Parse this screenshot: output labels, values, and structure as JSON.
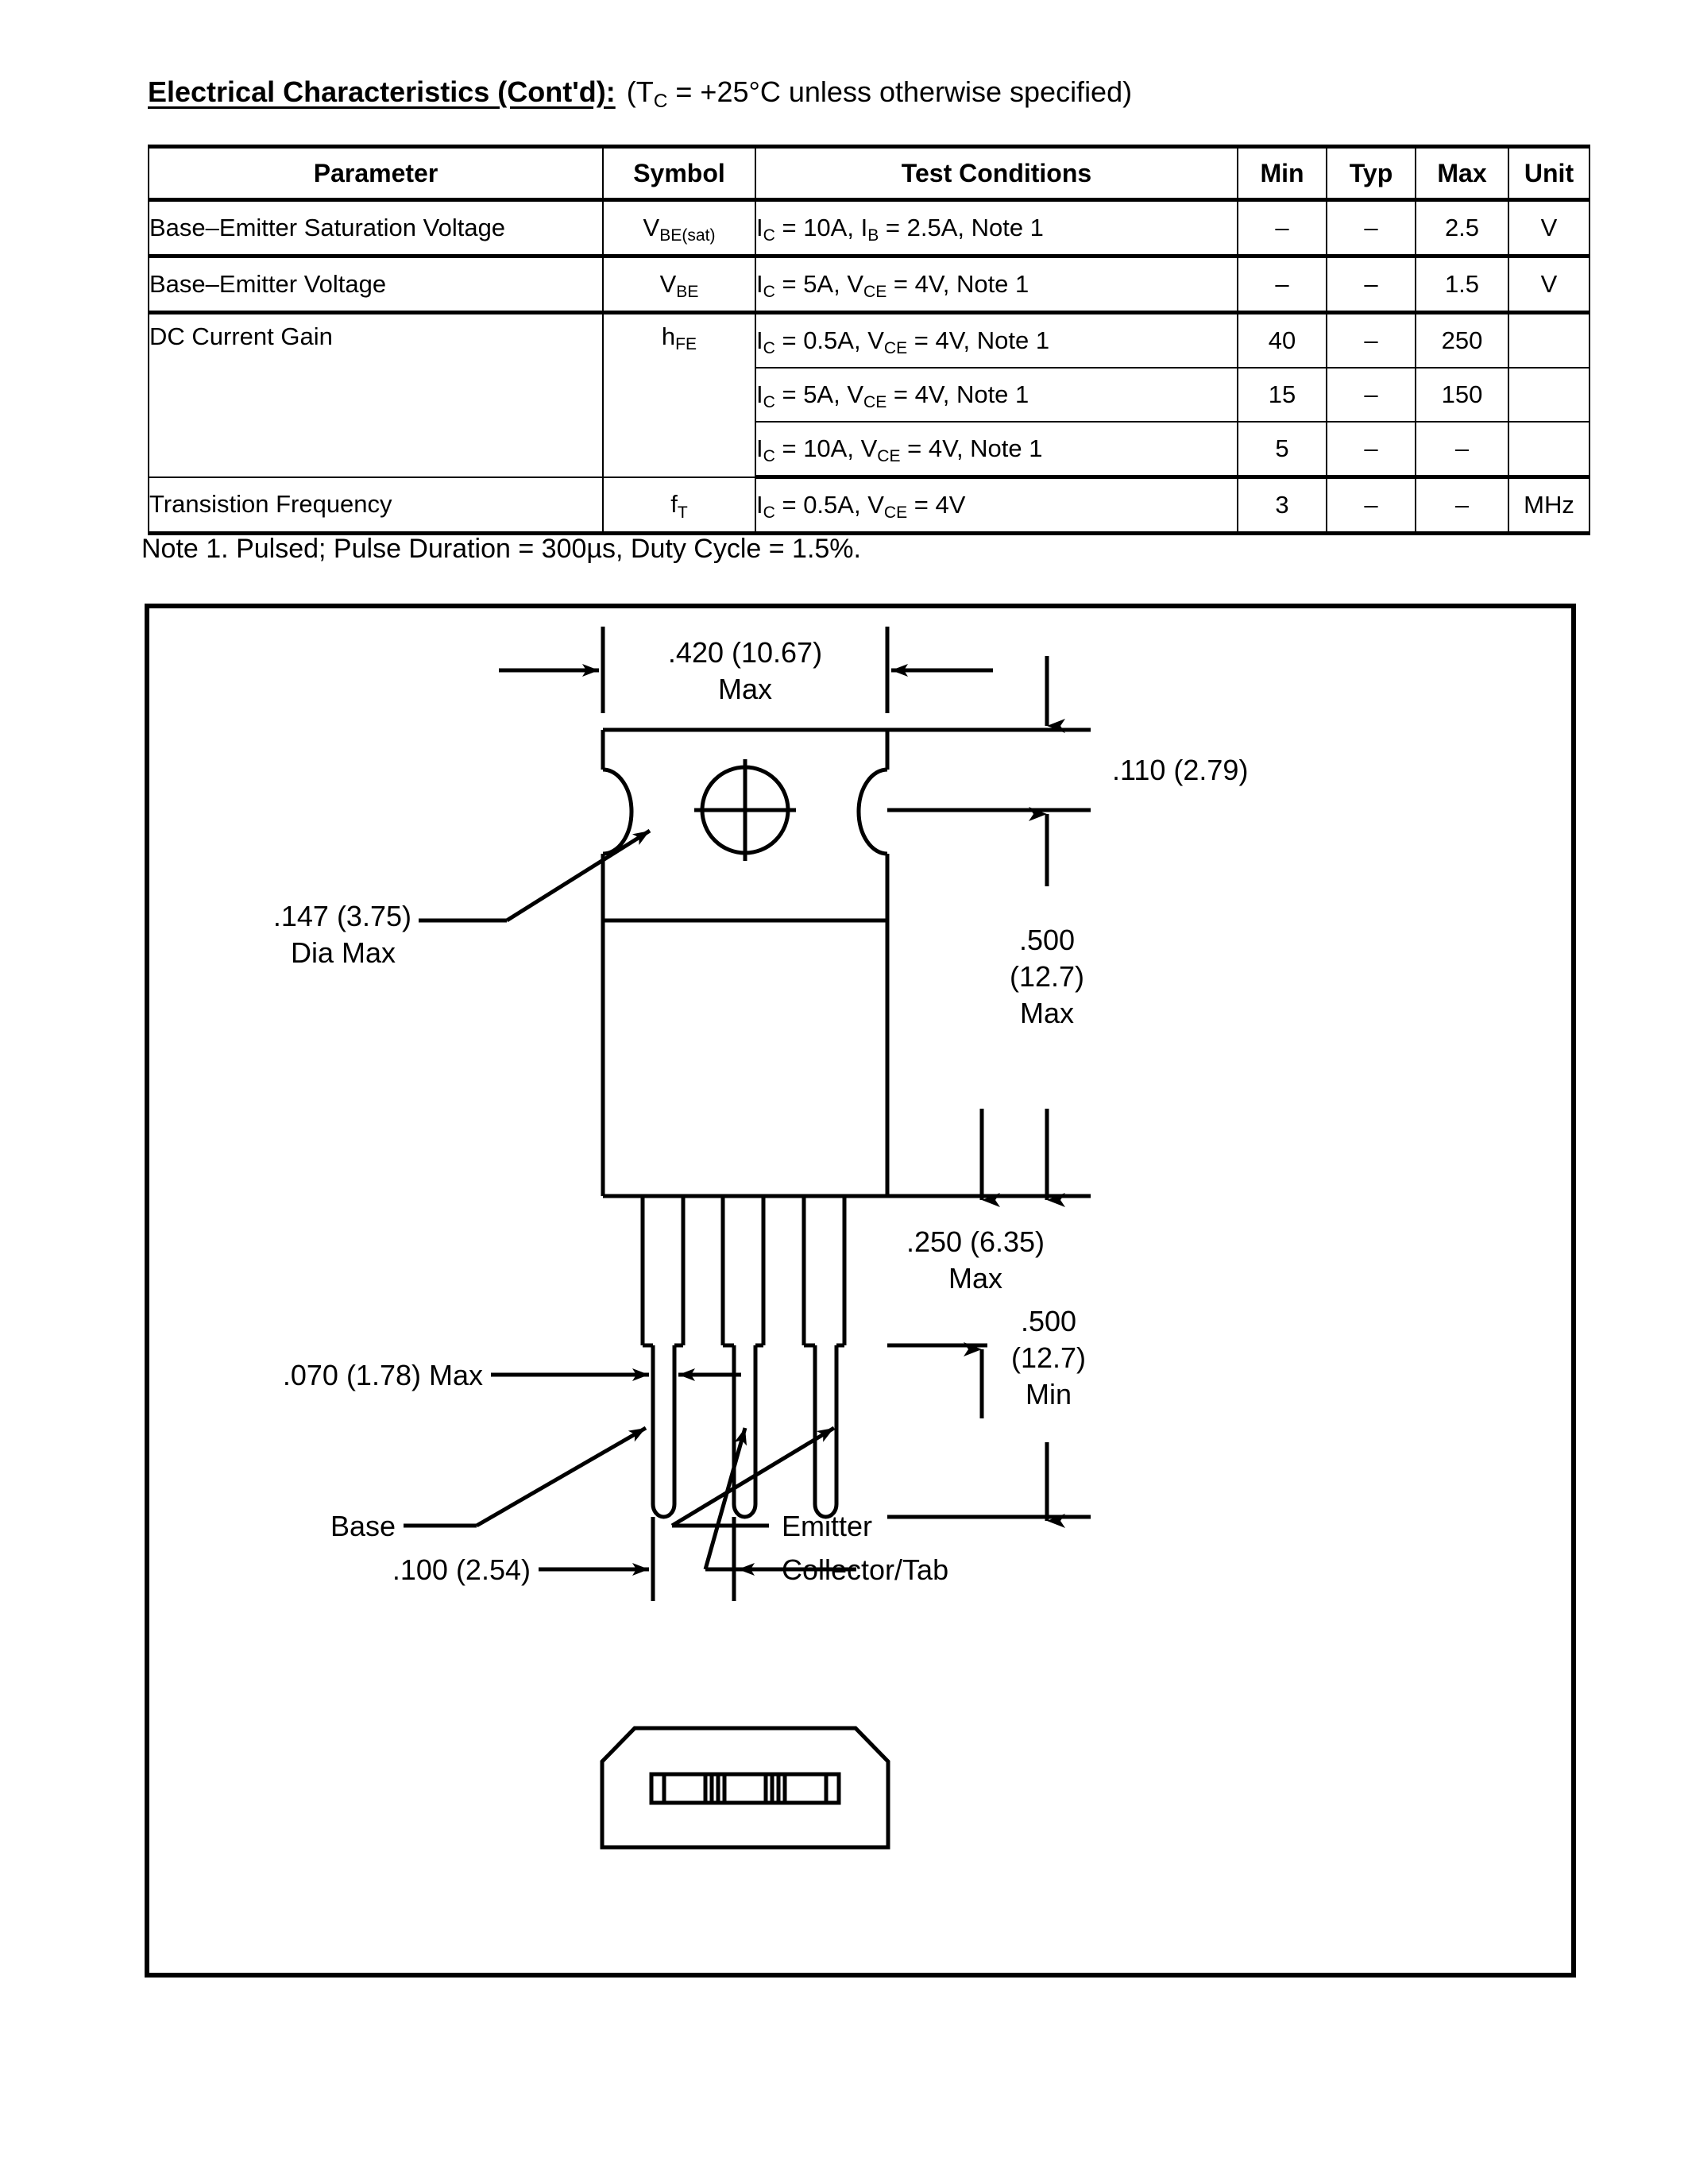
{
  "heading": {
    "title": "Electrical Characteristics (Cont'd):",
    "condition_prefix": "(T",
    "condition_sub": "C",
    "condition_rest": " = +25°C unless otherwise specified)"
  },
  "table": {
    "columns": [
      "Parameter",
      "Symbol",
      "Test Conditions",
      "Min",
      "Typ",
      "Max",
      "Unit"
    ],
    "rows": [
      {
        "parameter": "Base–Emitter Saturation Voltage",
        "symbol_base": "V",
        "symbol_sub": "BE(sat)",
        "conditions": [
          {
            "sym": "I",
            "sub": "C",
            "text": " = 10A, "
          },
          {
            "sym": "I",
            "sub": "B",
            "text": " = 2.5A, Note 1"
          }
        ],
        "conditions_plain": "IC = 10A, IB = 2.5A, Note 1",
        "min": "–",
        "typ": "–",
        "max": "2.5",
        "unit": "V"
      },
      {
        "parameter": "Base–Emitter Voltage",
        "symbol_base": "V",
        "symbol_sub": "BE",
        "conditions": [
          {
            "sym": "I",
            "sub": "C",
            "text": " = 5A, "
          },
          {
            "sym": "V",
            "sub": "CE",
            "text": " = 4V, Note 1"
          }
        ],
        "conditions_plain": "IC = 5A, VCE = 4V, Note 1",
        "min": "–",
        "typ": "–",
        "max": "1.5",
        "unit": "V"
      },
      {
        "parameter": "DC Current Gain",
        "symbol_base": "h",
        "symbol_sub": "FE",
        "conditions": [
          {
            "sym": "I",
            "sub": "C",
            "text": " = 0.5A, "
          },
          {
            "sym": "V",
            "sub": "CE",
            "text": " = 4V, Note 1"
          }
        ],
        "conditions_plain": "IC = 0.5A, VCE = 4V, Note 1",
        "min": "40",
        "typ": "–",
        "max": "250",
        "unit": ""
      },
      {
        "parameter": "",
        "symbol_base": "",
        "symbol_sub": "",
        "conditions": [
          {
            "sym": "I",
            "sub": "C",
            "text": " = 5A, "
          },
          {
            "sym": "V",
            "sub": "CE",
            "text": " = 4V, Note 1"
          }
        ],
        "conditions_plain": "IC = 5A, VCE = 4V, Note 1",
        "min": "15",
        "typ": "–",
        "max": "150",
        "unit": ""
      },
      {
        "parameter": "",
        "symbol_base": "",
        "symbol_sub": "",
        "conditions": [
          {
            "sym": "I",
            "sub": "C",
            "text": " = 10A, "
          },
          {
            "sym": "V",
            "sub": "CE",
            "text": " = 4V, Note 1"
          }
        ],
        "conditions_plain": "IC = 10A, VCE = 4V, Note 1",
        "min": "5",
        "typ": "–",
        "max": "–",
        "unit": ""
      },
      {
        "parameter": "Transistion Frequency",
        "symbol_base": "f",
        "symbol_sub": "T",
        "conditions": [
          {
            "sym": "I",
            "sub": "C",
            "text": " = 0.5A, "
          },
          {
            "sym": "V",
            "sub": "CE",
            "text": " = 4V"
          }
        ],
        "conditions_plain": "IC = 0.5A, VCE = 4V",
        "min": "3",
        "typ": "–",
        "max": "–",
        "unit": "MHz"
      }
    ]
  },
  "note": {
    "label": "Note  1.",
    "text_before_mu": " Pulsed;  Pulse Duration = 300",
    "mu": "µ",
    "text_after_mu": "s, Duty Cycle = 1.5%."
  },
  "drawing": {
    "title": "TO-220 package outline drawing",
    "dimensions": {
      "width_max": {
        "line1": ".420 (10.67)",
        "line2": "Max"
      },
      "tab_thickness": {
        "line1": ".110 (2.79)"
      },
      "hole_dia": {
        "line1": ".147 (3.75)",
        "line2": "Dia Max"
      },
      "body_height_max": {
        "line1": ".500",
        "line2": "(12.7)",
        "line3": "Max"
      },
      "shoulder_max": {
        "line1": ".250 (6.35)",
        "line2": "Max"
      },
      "lead_length_min": {
        "line1": ".500",
        "line2": "(12.7)",
        "line3": "Min"
      },
      "lead_width_max": {
        "line1": ".070 (1.78) Max"
      },
      "lead_pitch": {
        "line1": ".100 (2.54)"
      }
    },
    "pin_labels": {
      "base": "Base",
      "emitter": "Emitter",
      "collector": "Collector/Tab"
    }
  },
  "colors": {
    "ink": "#000000",
    "paper": "#ffffff"
  }
}
